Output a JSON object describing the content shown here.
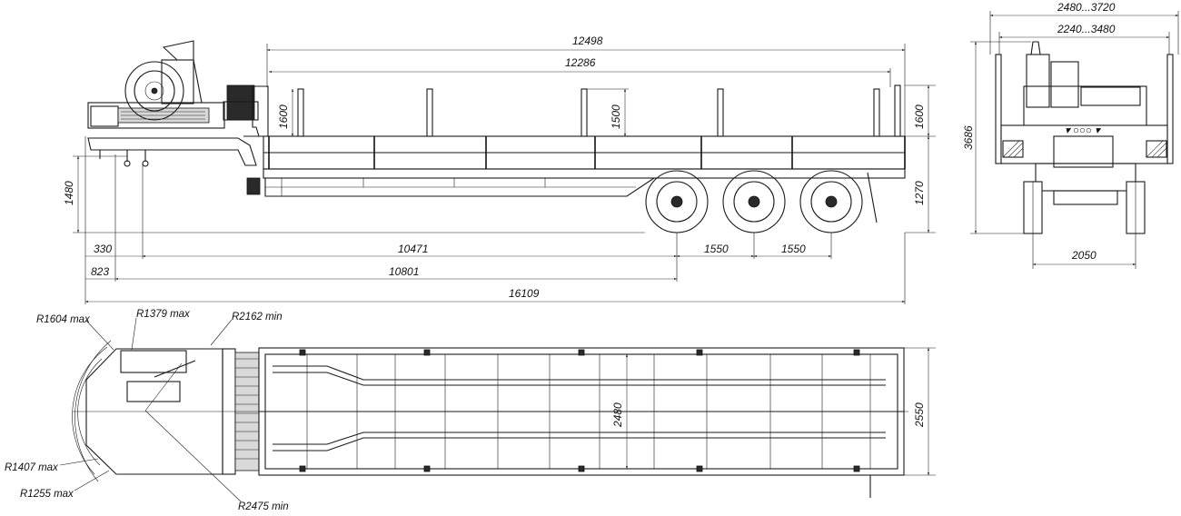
{
  "side_view": {
    "dimensions": {
      "overall_platform": "12498",
      "inner_platform": "12286",
      "stake_height_front": "1600",
      "stake_height_mid": "1500",
      "stake_height_rear": "1600",
      "kingpin_height": "1480",
      "deck_height": "1270",
      "front_overhang": "330",
      "kingpin_to_axle": "10471",
      "axle_spacing_1": "1550",
      "axle_spacing_2": "1550",
      "front_to_kingpin": "823",
      "front_to_axle": "10801",
      "overall_length": "16109"
    }
  },
  "rear_view": {
    "dimensions": {
      "width_range_outer": "2480...3720",
      "width_range_inner": "2240...3480",
      "overall_height": "3686",
      "track_width": "2050"
    }
  },
  "top_view": {
    "dimensions": {
      "inner_width": "2480",
      "outer_width": "2550"
    },
    "radii": {
      "r1": "R1604 max",
      "r2": "R1379 max",
      "r3": "R2162 min",
      "r4": "R1407 max",
      "r5": "R1255 max",
      "r6": "R2475 min"
    }
  }
}
